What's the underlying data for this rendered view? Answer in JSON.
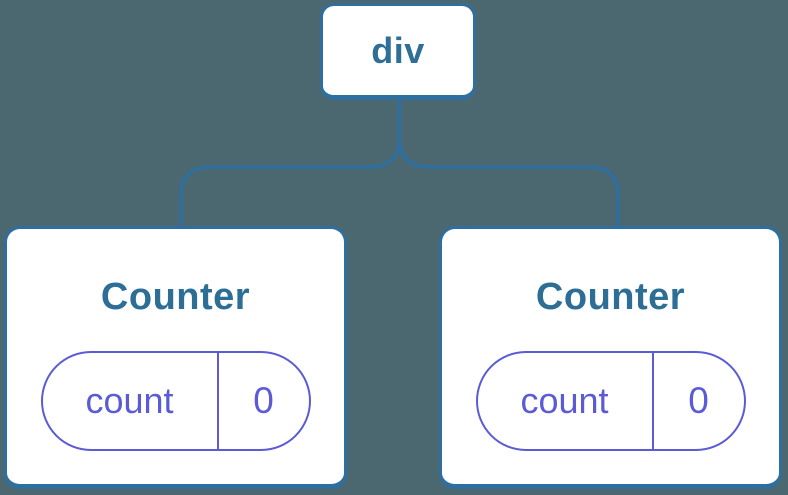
{
  "diagram": {
    "description": "Component tree diagram: a div root element with two Counter component children, each holding a count state of 0",
    "colors": {
      "background": "#4B6770",
      "card_background": "#FFFFFF",
      "tree_blue": "#2F6F9F",
      "text_blue": "#2D6E96",
      "state_purple": "#5B5BD6"
    },
    "tree": {
      "root": {
        "label": "div"
      },
      "children": [
        {
          "title": "Counter",
          "state": {
            "key": "count",
            "value": "0"
          }
        },
        {
          "title": "Counter",
          "state": {
            "key": "count",
            "value": "0"
          }
        }
      ]
    }
  }
}
